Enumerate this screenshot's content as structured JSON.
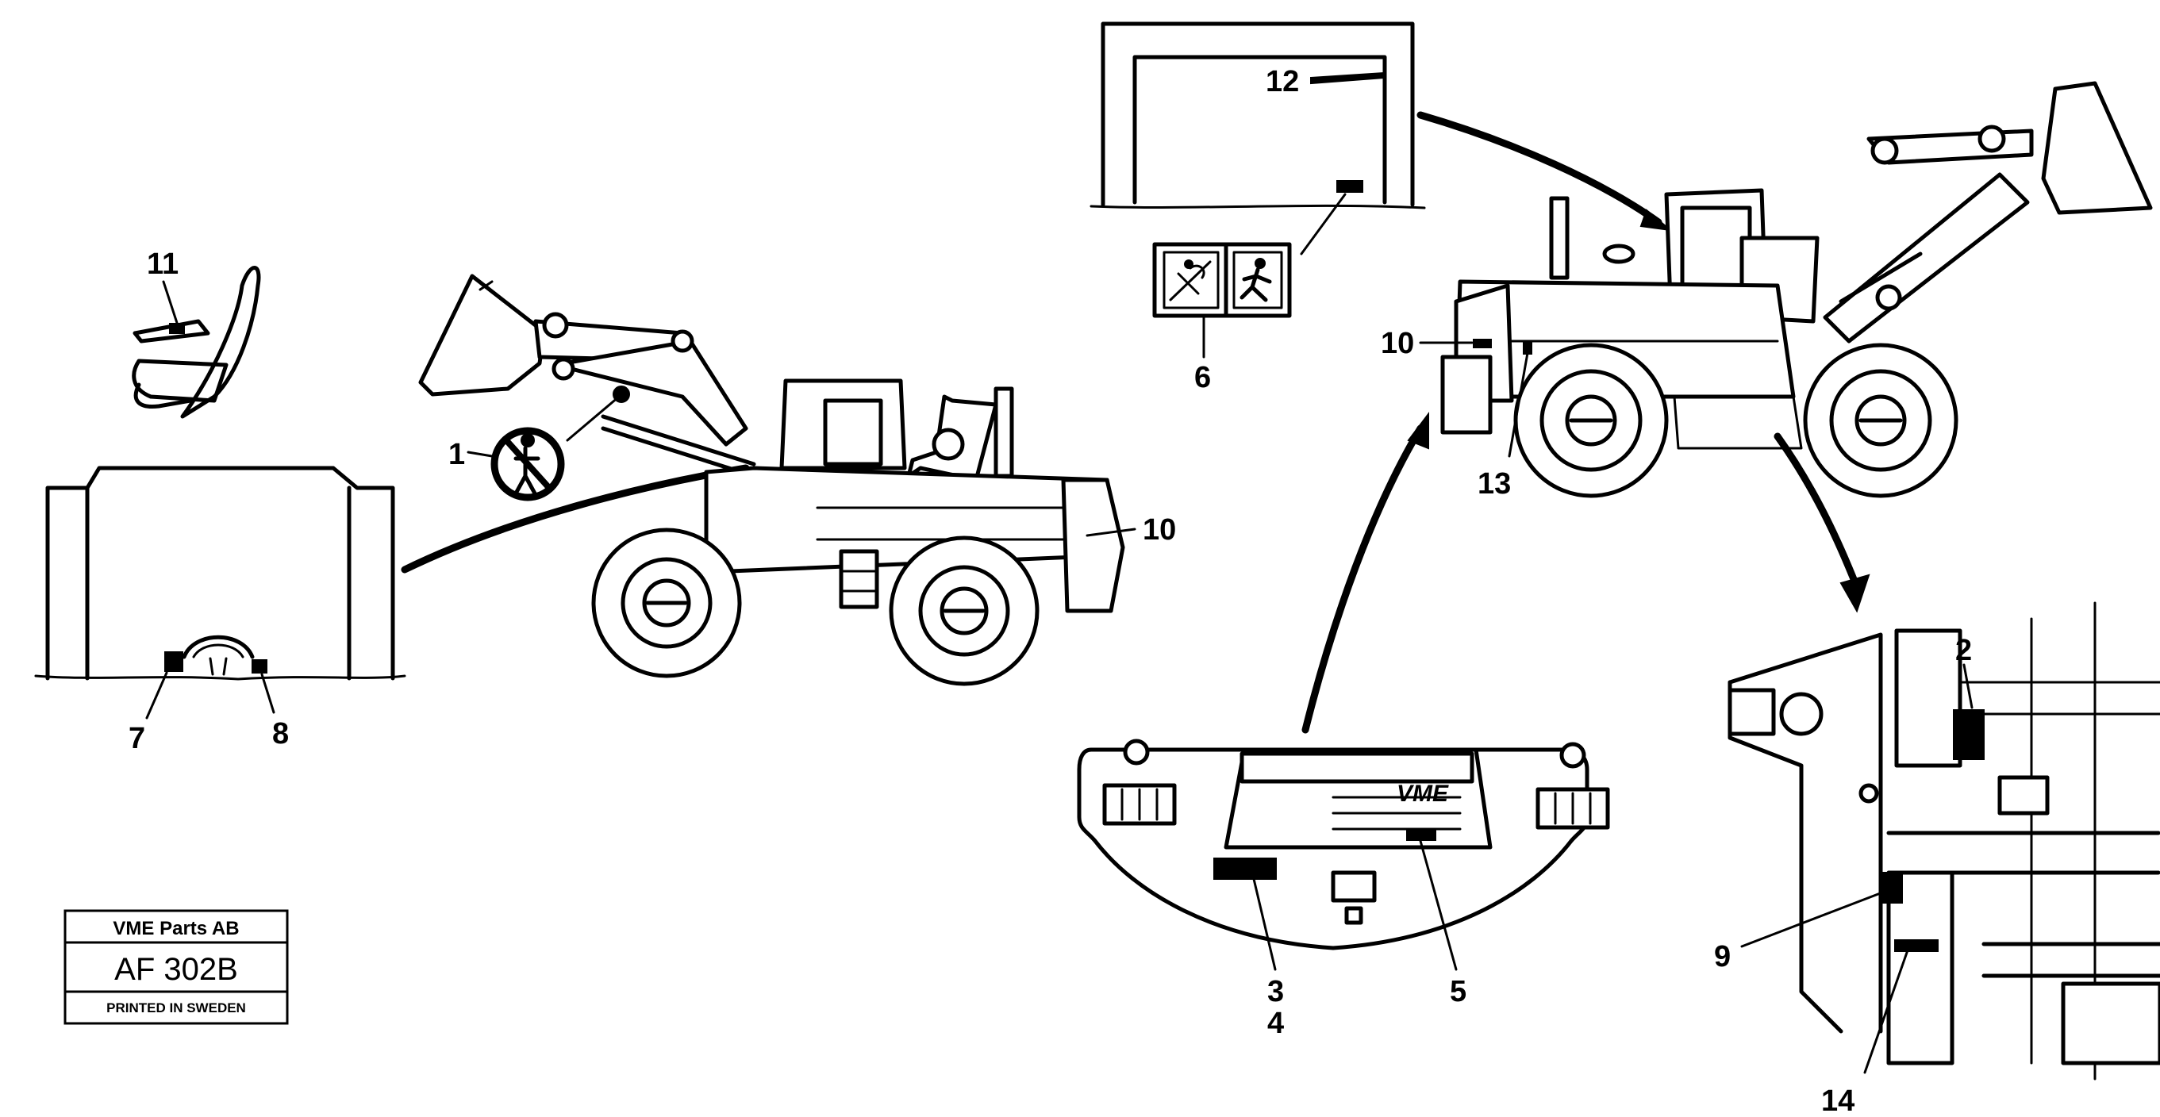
{
  "callouts": {
    "c1": "1",
    "c2": "2",
    "c3": "3",
    "c4": "4",
    "c5": "5",
    "c6": "6",
    "c7": "7",
    "c8": "8",
    "c9": "9",
    "c10a": "10",
    "c10b": "10",
    "c11": "11",
    "c12": "12",
    "c13": "13",
    "c14": "14"
  },
  "badge": {
    "brand": "VME"
  },
  "stamp": {
    "company": "VME Parts AB",
    "code": "AF 302B",
    "printed": "PRINTED IN SWEDEN"
  },
  "icons": [
    "no-standing-under-boom-icon",
    "crush-hazard-icon",
    "emergency-exit-icon"
  ]
}
